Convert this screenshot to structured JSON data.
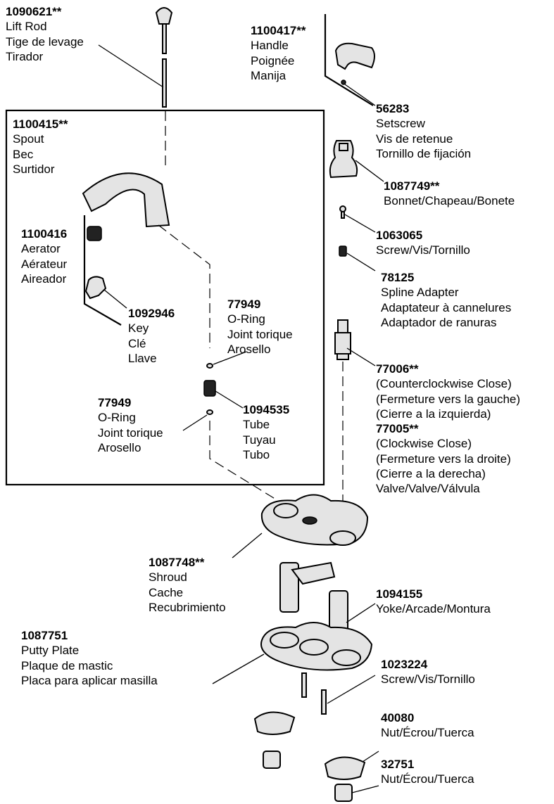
{
  "parts": {
    "lift_rod": {
      "number": "1090621**",
      "lines": [
        "Lift Rod",
        "Tige de levage",
        "Tirador"
      ]
    },
    "handle": {
      "number": "1100417**",
      "lines": [
        "Handle",
        "Poignée",
        "Manija"
      ]
    },
    "setscrew": {
      "number": "56283",
      "lines": [
        "Setscrew",
        "Vis de retenue",
        "Tornillo de fijación"
      ]
    },
    "spout": {
      "number": "1100415**",
      "lines": [
        "Spout",
        "Bec",
        "Surtidor"
      ]
    },
    "bonnet": {
      "number": "1087749**",
      "lines": [
        "Bonnet/Chapeau/Bonete"
      ]
    },
    "screw_1063065": {
      "number": "1063065",
      "lines": [
        "Screw/Vis/Tornillo"
      ]
    },
    "aerator": {
      "number": "1100416",
      "lines": [
        "Aerator",
        "Aérateur",
        "Aireador"
      ]
    },
    "spline_adapter": {
      "number": "78125",
      "lines": [
        "Spline Adapter",
        "Adaptateur à cannelures",
        "Adaptador de ranuras"
      ]
    },
    "key": {
      "number": "1092946",
      "lines": [
        "Key",
        "Clé",
        "Llave"
      ]
    },
    "oring_upper": {
      "number": "77949",
      "lines": [
        "O-Ring",
        "Joint torique",
        "Arosello"
      ]
    },
    "valve": {
      "number": "77006**",
      "lines": [
        "(Counterclockwise Close)",
        "(Fermeture vers la gauche)",
        "(Cierre a la izquierda)"
      ]
    },
    "valve_alt": {
      "number": "77005**",
      "lines": [
        "(Clockwise Close)",
        "(Fermeture vers la droite)",
        "(Cierre a la derecha)",
        "Valve/Valve/Válvula"
      ]
    },
    "oring_lower": {
      "number": "77949",
      "lines": [
        "O-Ring",
        "Joint torique",
        "Arosello"
      ]
    },
    "tube": {
      "number": "1094535",
      "lines": [
        "Tube",
        "Tuyau",
        "Tubo"
      ]
    },
    "shroud": {
      "number": "1087748**",
      "lines": [
        "Shroud",
        "Cache",
        "Recubrimiento"
      ]
    },
    "yoke": {
      "number": "1094155",
      "lines": [
        "Yoke/Arcade/Montura"
      ]
    },
    "putty_plate": {
      "number": "1087751",
      "lines": [
        "Putty Plate",
        "Plaque de mastic",
        "Placa para aplicar masilla"
      ]
    },
    "screw_1023224": {
      "number": "1023224",
      "lines": [
        "Screw/Vis/Tornillo"
      ]
    },
    "nut_40080": {
      "number": "40080",
      "lines": [
        "Nut/Écrou/Tuerca"
      ]
    },
    "nut_32751": {
      "number": "32751",
      "lines": [
        "Nut/Écrou/Tuerca"
      ]
    }
  }
}
